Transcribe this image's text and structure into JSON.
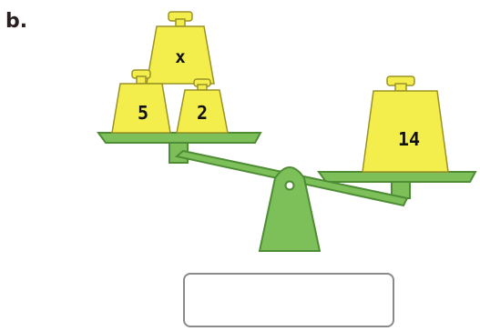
{
  "problem": {
    "part_label": "b."
  },
  "scale": {
    "left_pan": {
      "weights": [
        {
          "label": "x"
        },
        {
          "label": "5"
        },
        {
          "label": "2"
        }
      ]
    },
    "right_pan": {
      "weights": [
        {
          "label": "14"
        }
      ]
    }
  },
  "answer": {
    "value": ""
  },
  "colors": {
    "weight_fill": "#f4ee4c",
    "weight_stroke": "#9a9226",
    "scale_green": "#7dc059",
    "scale_green_dark": "#4e8c35",
    "answer_border": "#8a8a8a"
  },
  "icons": {
    "weight": "yellow-kettlebell-weight-icon",
    "scale": "balance-scale-icon"
  }
}
